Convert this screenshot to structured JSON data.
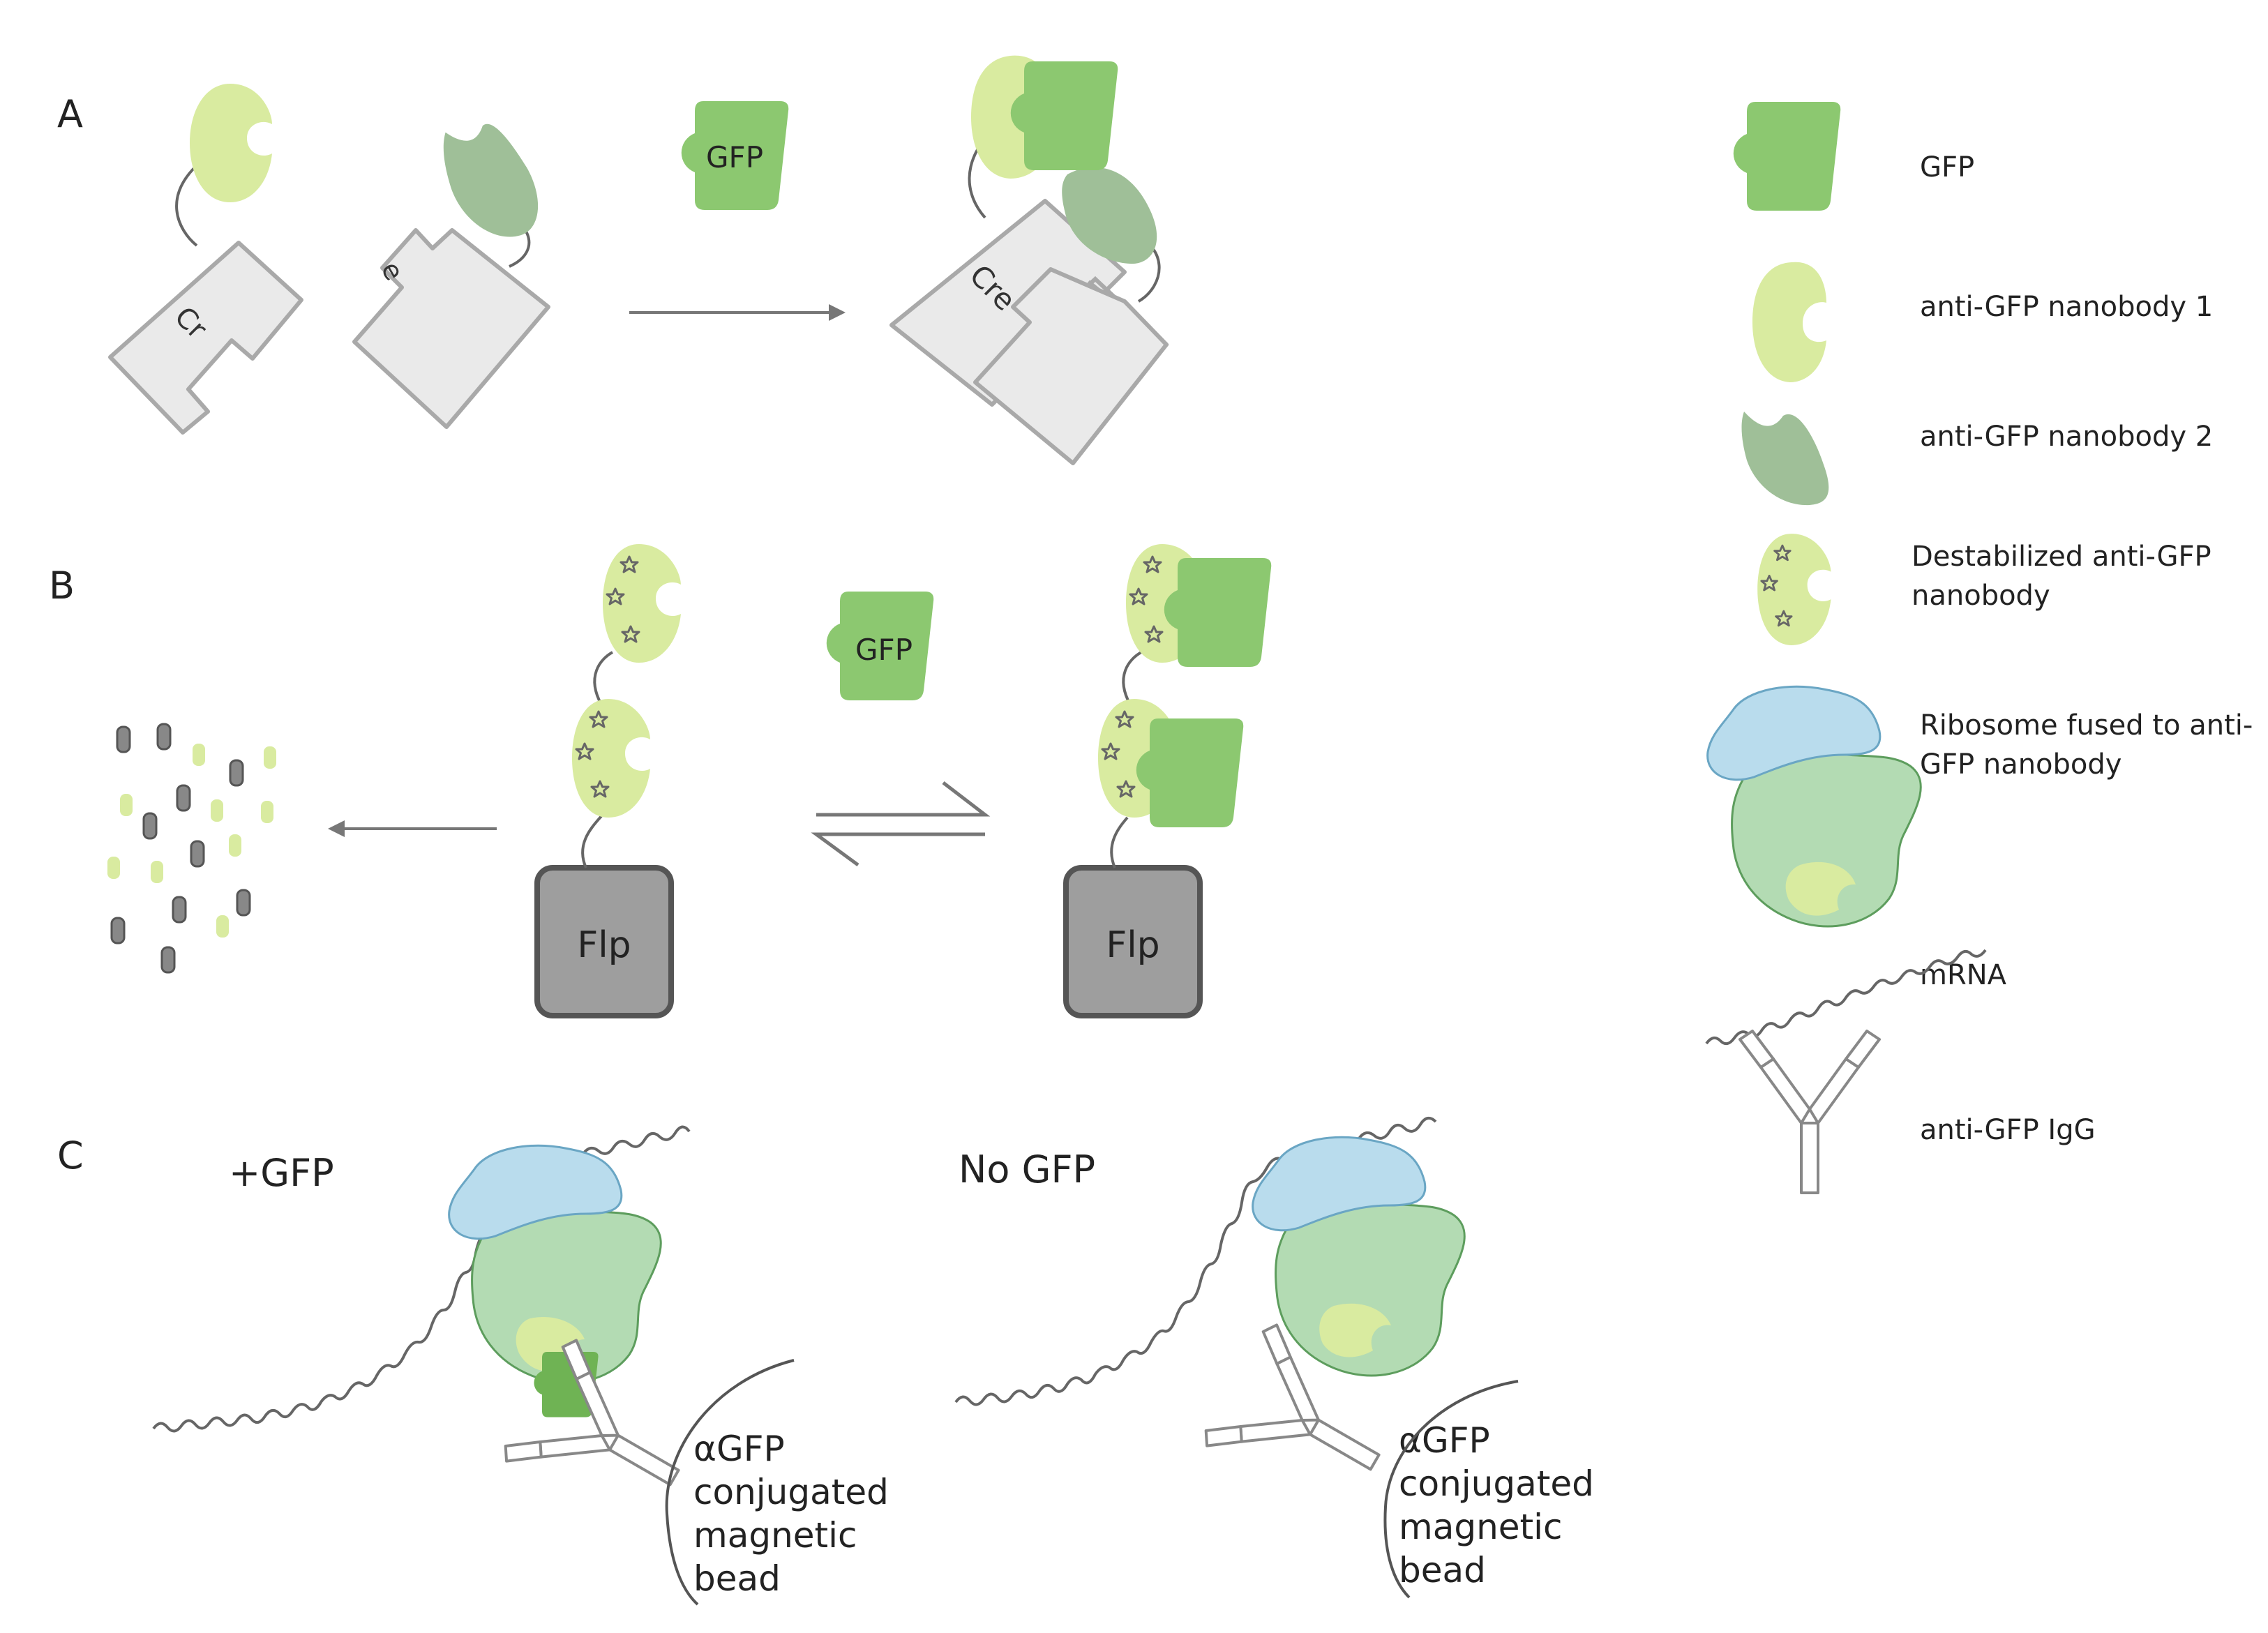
{
  "panels": {
    "a": {
      "letter": "A",
      "cre_left": "Cr",
      "cre_right": "e",
      "cre_joined": "Cre",
      "gfp": "GFP"
    },
    "b": {
      "letter": "B",
      "gfp": "GFP",
      "flp": "Flp"
    },
    "c": {
      "letter": "C",
      "with_gfp": "+GFP",
      "without_gfp": "No GFP",
      "bead_lines": [
        "αGFP",
        "conjugated",
        "magnetic",
        "bead"
      ]
    }
  },
  "legend": [
    {
      "icon": "gfp",
      "label": "GFP"
    },
    {
      "icon": "nanobody-1",
      "label": "anti-GFP nanobody 1"
    },
    {
      "icon": "nanobody-2",
      "label": "anti-GFP nanobody 2"
    },
    {
      "icon": "destabilized-nanobody",
      "label": "Destabilized anti-GFP nanobody"
    },
    {
      "icon": "ribosome",
      "label": "Ribosome fused to anti-GFP nanobody"
    },
    {
      "icon": "mrna",
      "label": "mRNA"
    },
    {
      "icon": "igg",
      "label": "anti-GFP IgG"
    }
  ],
  "colors": {
    "gfp": "#8cc870",
    "gfp_dark": "#6fb354",
    "nanobody1": "#d9eba0",
    "nanobody2": "#9fbf98",
    "ribosome_small": "#b9dced",
    "ribosome_large": "#b3dbb3",
    "enzyme_fill": "#eaeaea",
    "enzyme_stroke": "#a9a9a9",
    "flp_fill": "#9e9e9e",
    "flp_stroke": "#555555",
    "linker": "#666666",
    "arrow": "#666666"
  }
}
